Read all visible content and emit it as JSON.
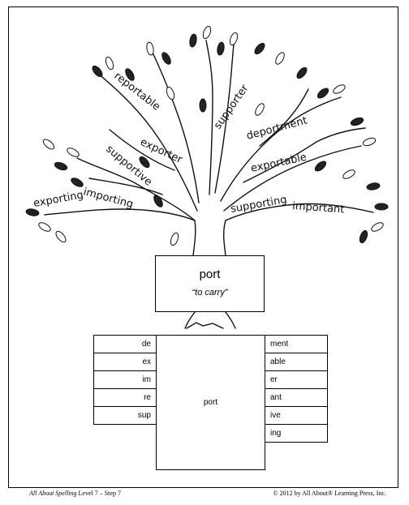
{
  "branches": [
    "reportable",
    "exporter",
    "supportive",
    "importing",
    "exporting",
    "supporter",
    "deportment",
    "exportable",
    "supporting",
    "important"
  ],
  "root": {
    "word": "port",
    "meaning": "“to carry”"
  },
  "builder": {
    "prefixes": [
      "de",
      "ex",
      "im",
      "re",
      "sup"
    ],
    "center": "port",
    "suffixes": [
      "ment",
      "able",
      "er",
      "ant",
      "ive",
      "ing"
    ]
  },
  "footer": {
    "book_title": "All About Spelling",
    "level_step": " Level 7 – Step 7",
    "copyright": "© 2012 by All About® Learning Press, Inc."
  }
}
